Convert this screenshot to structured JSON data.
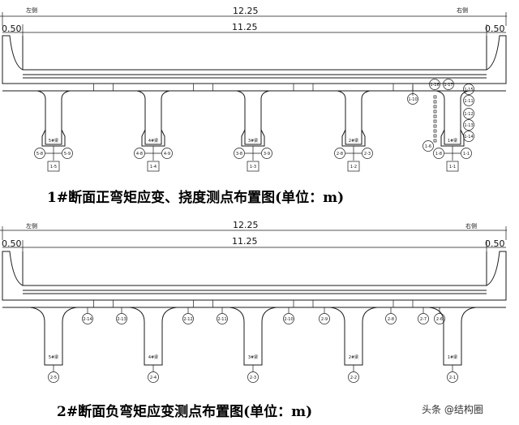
{
  "diagram1": {
    "left_label": "左侧",
    "right_label": "右侧",
    "total_width": "12.25",
    "inner_width": "11.25",
    "edge_left": "0.50",
    "edge_right": "0.50",
    "beam_labels": [
      "5#梁",
      "4#梁",
      "3#梁",
      "2#梁",
      "1#梁"
    ],
    "bottom_points": [
      {
        "left": "5-8",
        "right": "5-9",
        "bottom": "1-5"
      },
      {
        "left": "4-8",
        "right": "4-9",
        "bottom": "1-4"
      },
      {
        "left": "3-8",
        "right": "3-9",
        "bottom": "1-3"
      },
      {
        "left": "2-8",
        "right": "2-3",
        "bottom": "1-2"
      },
      {
        "left": "1-8",
        "right": "1-1",
        "bottom": "1-1"
      }
    ],
    "side_points": [
      "1-11",
      "1-12",
      "1-13",
      "1-14",
      "1-15"
    ],
    "top_points": [
      "1-16",
      "1-17"
    ],
    "caption": "1#断面正弯矩应变、挠度测点布置图(单位：m)"
  },
  "diagram2": {
    "left_label": "左侧",
    "right_label": "右侧",
    "total_width": "12.25",
    "inner_width": "11.25",
    "edge_left": "0.50",
    "edge_right": "0.50",
    "beam_labels": [
      "5#梁",
      "4#梁",
      "3#梁",
      "2#梁",
      "1#梁"
    ],
    "bottom_points": [
      "2-5",
      "2-4",
      "2-3",
      "2-2",
      "2-1"
    ],
    "flange_points": [
      "2-14",
      "2-13",
      "2-12",
      "2-11",
      "2-10",
      "2-9",
      "2-8",
      "2-7",
      "2-6"
    ],
    "caption": "2#断面负弯矩应变测点布置图(单位：m)"
  },
  "watermark": "头条 @结构圈"
}
